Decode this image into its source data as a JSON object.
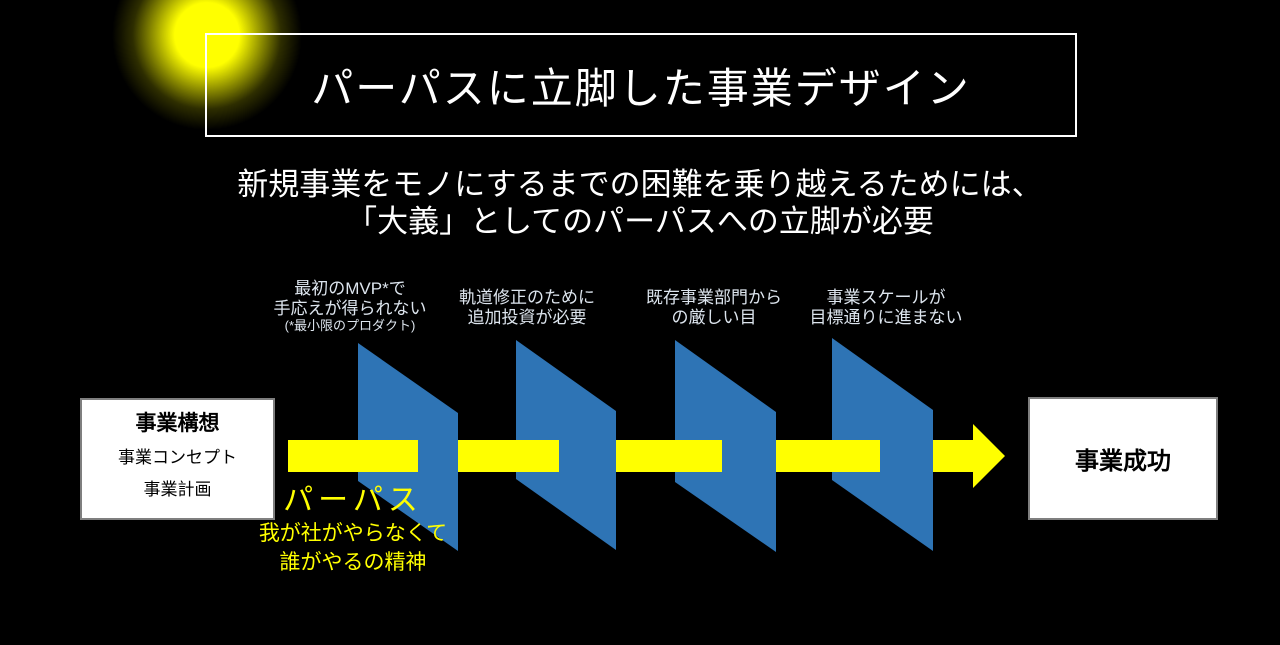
{
  "slide": {
    "title": "パーパスに立脚した事業デザイン",
    "subtitle": [
      "新規事業をモノにするまでの困難を乗り越えるためには、",
      "「大義」としてのパーパスへの立脚が必要"
    ]
  },
  "colors": {
    "background": "#000000",
    "accent_yellow": "#ffff00",
    "obstacle_blue": "#2e74b5",
    "text_white": "#ffffff",
    "label_text": "#dde5ee",
    "box_border": "#7f7f7f"
  },
  "diagram": {
    "start_box": {
      "title": "事業構想",
      "items": [
        "事業コンセプト",
        "事業計画"
      ]
    },
    "obstacle_labels": [
      {
        "line1": "最初のMVP*で",
        "line2": "手応えが得られない",
        "note": "(*最小限のプロダクト)"
      },
      {
        "line1": "軌道修正のために",
        "line2": "追加投資が必要"
      },
      {
        "line1": "既存事業部門から",
        "line2": "の厳しい目"
      },
      {
        "line1": "事業スケールが",
        "line2": "目標通りに進まない"
      }
    ],
    "purpose": {
      "title": "パーパス",
      "line1": "我が社がやらなくて",
      "line2": "誰がやるの精神"
    },
    "end_box": {
      "title": "事業成功"
    }
  }
}
